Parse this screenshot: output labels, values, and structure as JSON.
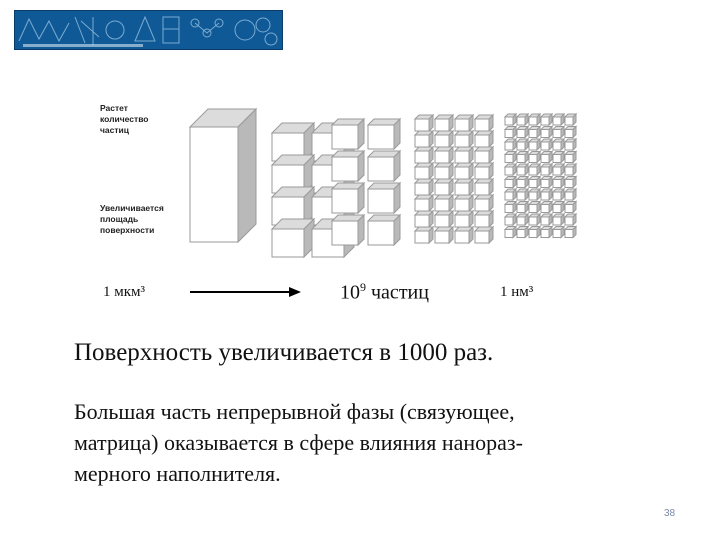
{
  "figure": {
    "label_top": "Растет\nколичество\nчастиц",
    "label_bottom": "Увеличивается\nплощадь\nповерхности"
  },
  "scale": {
    "left": "1 мкм³",
    "middle_base": "10",
    "middle_exp": "9",
    "middle_unit": " частиц",
    "right": "1 нм³"
  },
  "headline": "Поверхность увеличивается в 1000 раз.",
  "paragraph": {
    "lines": [
      "Большая часть непрерывной фазы (связующее,",
      "матрица) оказывается в сфере влияния нанораз-",
      "мерного наполнителя."
    ]
  },
  "page_number": "38",
  "colors": {
    "banner": "#0f5a96",
    "cube_front": "#ffffff",
    "cube_top": "#dcdcdc",
    "cube_side": "#b9b9b9",
    "cube_edge": "#9a9a9a"
  }
}
